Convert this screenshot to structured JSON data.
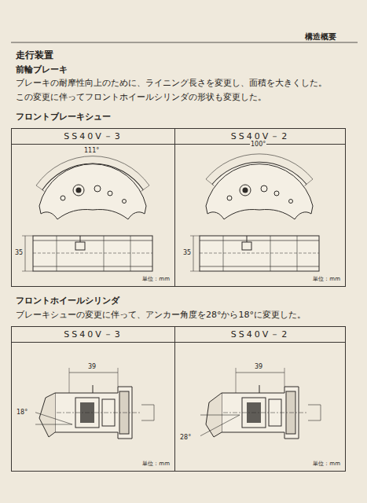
{
  "diagram": {
    "title": "走行装置",
    "nodes": [
      {
        "text": [
          "SS40V－3",
          "単位：mm"
        ]
      },
      {
        "text": [
          "SS40V－2",
          "単位：mm"
        ]
      },
      {
        "text": [
          "SS40V－3",
          "単位：mm"
        ]
      },
      {
        "text": [
          "SS40V－2",
          "単位：mm"
        ]
      }
    ],
    "labels": [
      "構造概要",
      "前輪ブレーキ",
      "ブレーキの耐摩性向上のために、ライニング長さを変更し、面積を大きくした。この変更に伴ってフロントホイールシリンダの形状も変更した。",
      "フロントブレーキシュー",
      "111°",
      "35",
      "100°",
      "35",
      "フロントホイールシリンダ",
      "ブレーキシューの変更に伴って、アンカー角度を28°から18°に変更した。",
      "39",
      "18°",
      "39",
      "28°"
    ]
  }
}
